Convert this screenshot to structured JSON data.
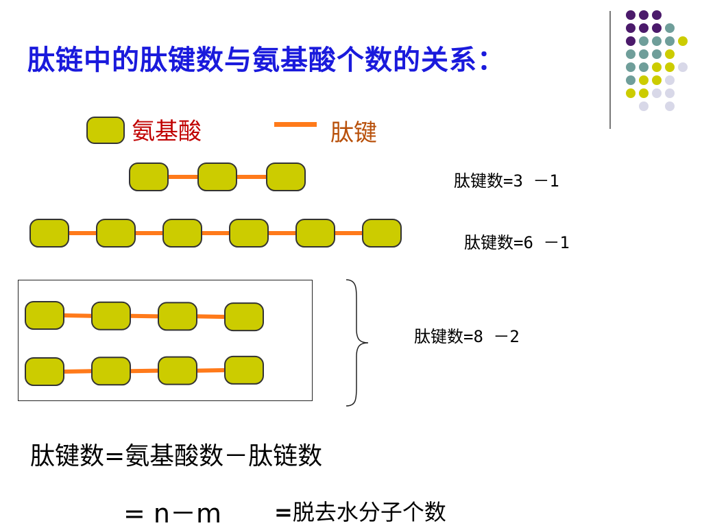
{
  "title": "肽链中的肽键数与氨基酸个数的关系：",
  "legend": {
    "amino_acid_label": "氨基酸",
    "peptide_bond_label": "肽键"
  },
  "examples": [
    {
      "amino_acids": 3,
      "label": "肽键数=3 －1"
    },
    {
      "amino_acids": 6,
      "label": "肽键数=6 －1"
    },
    {
      "amino_acids": 8,
      "chains": 2,
      "label": "肽键数=8 －2"
    }
  ],
  "formula": {
    "line1": "肽键数=氨基酸数－肽链数",
    "line2": "= n－m",
    "line3_eq": "=",
    "line3_text": "脱去水分子个数"
  },
  "colors": {
    "title": "#1a1adc",
    "amino_acid_fill": "#cccc00",
    "bond": "#ff7a1a",
    "legend_aa_text": "#c00000",
    "legend_pb_text": "#b8500a",
    "deco_purple": "#4b1a6b",
    "deco_teal": "#6f9e9a",
    "deco_yellow": "#cccc00",
    "deco_lavender": "#d8d8e8"
  }
}
